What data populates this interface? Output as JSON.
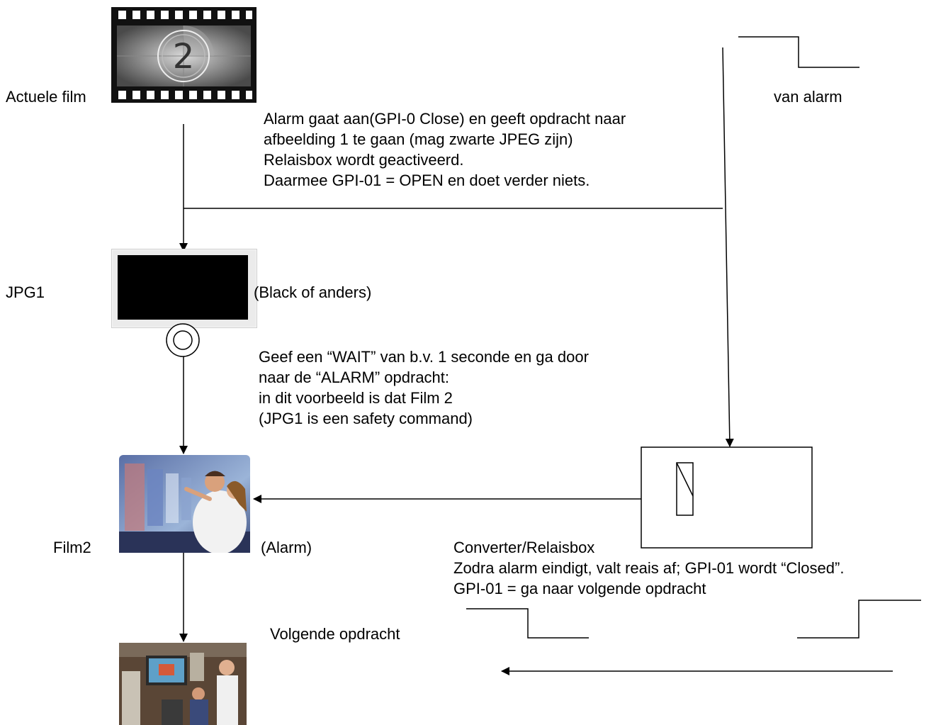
{
  "labels": {
    "actuele_film": "Actuele film",
    "van_alarm": "van alarm",
    "jpg1": "JPG1",
    "black_of_anders": "(Black of anders)",
    "film2": "Film2",
    "alarm": "(Alarm)",
    "volgende_opdracht": "Volgende opdracht"
  },
  "alarm_text": [
    "Alarm gaat aan(GPI-0 Close) en geeft opdracht naar",
    "afbeelding 1 te gaan (mag zwarte JPEG zijn)",
    "Relaisbox wordt geactiveerd.",
    "Daarmee GPI-01 = OPEN en doet verder niets."
  ],
  "wait_text": [
    "Geef een “WAIT” van b.v. 1 seconde en ga door",
    "naar de “ALARM” opdracht:",
    "in dit voorbeeld is dat Film 2",
    "(JPG1 is een safety command)"
  ],
  "converter_text": [
    "Converter/Relaisbox",
    "Zodra alarm eindigt, valt reais af; GPI-01 wordt “Closed”.",
    "GPI-01 = ga naar volgende opdracht"
  ],
  "countdown_number": "2",
  "icons": {
    "film_countdown": "film-countdown-icon",
    "black_screen": "black-screen-icon",
    "relay_switch": "relay-switch-icon"
  }
}
